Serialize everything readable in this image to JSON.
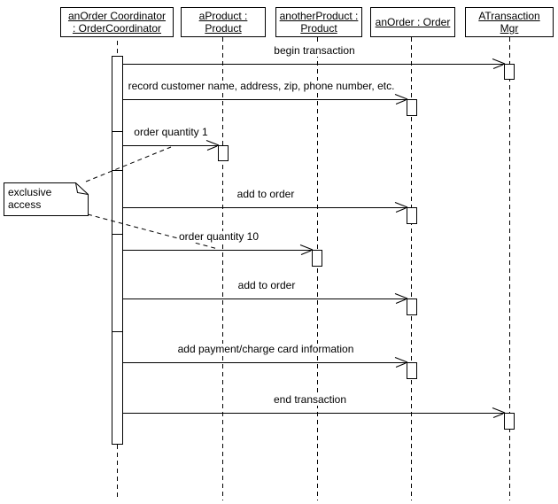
{
  "diagram": {
    "type": "uml-sequence-diagram",
    "lifelines": [
      {
        "id": "order-coordinator",
        "line1": "anOrder Coordinator",
        "line2": ": OrderCoordinator"
      },
      {
        "id": "a-product",
        "line1": "aProduct :",
        "line2": "Product"
      },
      {
        "id": "another-product",
        "line1": "anotherProduct :",
        "line2": "Product"
      },
      {
        "id": "an-order",
        "line1": "anOrder : Order"
      },
      {
        "id": "transaction-mgr",
        "line1": "ATransaction",
        "line2": "Mgr"
      }
    ],
    "messages": [
      {
        "label": "begin transaction",
        "from": "anOrder Coordinator : OrderCoordinator",
        "to": "ATransaction Mgr"
      },
      {
        "label": "record customer name, address, zip, phone number, etc.",
        "from": "anOrder Coordinator : OrderCoordinator",
        "to": "anOrder : Order"
      },
      {
        "label": "order quantity 1",
        "from": "anOrder Coordinator : OrderCoordinator",
        "to": "aProduct : Product"
      },
      {
        "label": "add to order",
        "from": "anOrder Coordinator : OrderCoordinator",
        "to": "anOrder : Order"
      },
      {
        "label": "order quantity 10",
        "from": "anOrder Coordinator : OrderCoordinator",
        "to": "anotherProduct : Product"
      },
      {
        "label": "add to order",
        "from": "anOrder Coordinator : OrderCoordinator",
        "to": "anOrder : Order"
      },
      {
        "label": "add payment/charge card information",
        "from": "anOrder Coordinator : OrderCoordinator",
        "to": "anOrder : Order"
      },
      {
        "label": "end transaction",
        "from": "anOrder Coordinator : OrderCoordinator",
        "to": "ATransaction Mgr"
      }
    ],
    "note": {
      "line1": "exclusive",
      "line2": "access",
      "anchored_to": [
        "order quantity 1",
        "order quantity 10"
      ]
    },
    "colors": {
      "stroke": "#000000",
      "background": "#ffffff"
    }
  }
}
